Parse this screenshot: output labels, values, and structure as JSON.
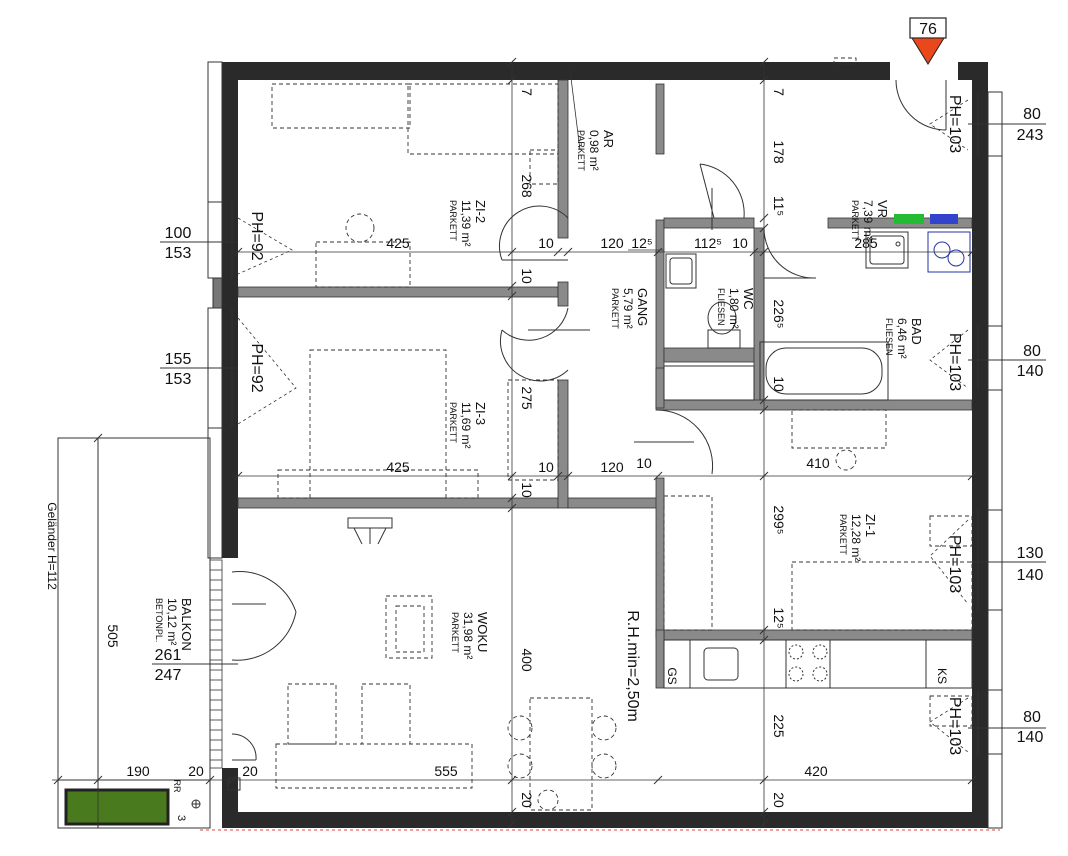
{
  "marker": {
    "value": "76",
    "color": "#e8481c"
  },
  "rooms": {
    "zi2": {
      "name": "ZI-2",
      "area": "11,39 m²",
      "floor": "PARKETT"
    },
    "zi3": {
      "name": "ZI-3",
      "area": "11,69 m²",
      "floor": "PARKETT"
    },
    "ar": {
      "name": "AR",
      "area": "0,98 m²",
      "floor": "PARKETT"
    },
    "gang": {
      "name": "GANG",
      "area": "5,79 m²",
      "floor": "PARKETT"
    },
    "wc": {
      "name": "WC",
      "area": "1,80 m²",
      "floor": "FLIESEN"
    },
    "vr": {
      "name": "VR",
      "area": "7,39 m²",
      "floor": "PARKETT"
    },
    "bad": {
      "name": "BAD",
      "area": "6,46 m²",
      "floor": "FLIESEN"
    },
    "zi1": {
      "name": "ZI-1",
      "area": "12,28 m²",
      "floor": "PARKETT"
    },
    "woku": {
      "name": "WOKU",
      "area": "31,98 m²",
      "floor": "PARKETT"
    },
    "balkon": {
      "name": "BALKON",
      "area": "10,12 m²",
      "floor": "BETONPL."
    }
  },
  "labels": {
    "gelaender": "Geländer H=112",
    "rh_min": "R.H.min=2,50m",
    "gs": "GS",
    "ks": "KS",
    "rr": "RR",
    "ph92": "PH=92",
    "ph103": "PH=103"
  },
  "windows": {
    "w1": {
      "top": "80",
      "bottom": "243"
    },
    "w2": {
      "top": "80",
      "bottom": "140"
    },
    "w3": {
      "top": "130",
      "bottom": "140"
    },
    "w4": {
      "top": "80",
      "bottom": "140"
    },
    "w5": {
      "top": "100",
      "bottom": "153"
    },
    "w6": {
      "top": "155",
      "bottom": "153"
    },
    "w7": {
      "top": "261",
      "bottom": "247"
    }
  },
  "dims": {
    "d425a": "425",
    "d10a": "10",
    "d120a": "120",
    "d125": "12⁵",
    "d1125": "112⁵",
    "d10b": "10",
    "d285": "285",
    "d425b": "425",
    "d10c": "10",
    "d120b": "120",
    "d10d": "10",
    "d410": "410",
    "d190": "190",
    "d20a": "20",
    "d20b": "20",
    "d555": "555",
    "d420": "420",
    "v7a": "7",
    "v268": "268",
    "v10a": "10",
    "v275": "275",
    "v10b": "10",
    "v400": "400",
    "v20a": "20",
    "v7b": "7",
    "v178": "178",
    "v115": "11⁵",
    "v2265": "226⁵",
    "v10c": "10",
    "v2995": "299⁵",
    "v125": "12⁵",
    "v225": "225",
    "v20b": "20",
    "v505": "505",
    "v3": "3"
  }
}
